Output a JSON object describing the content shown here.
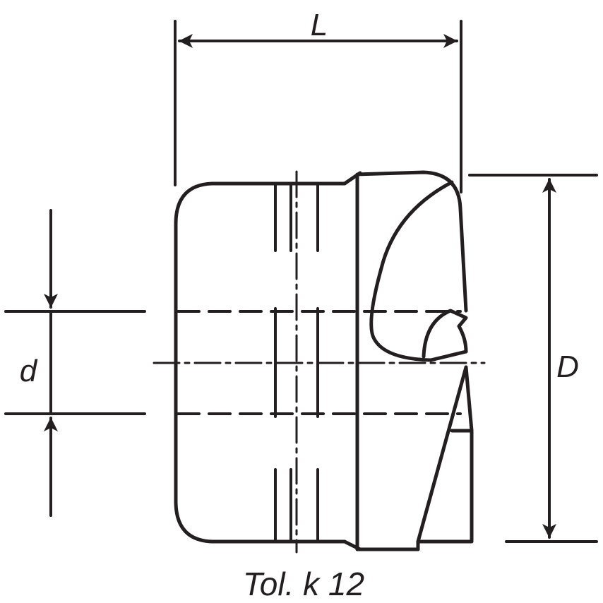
{
  "diagram": {
    "label_length": "L",
    "label_outer_diameter": "D",
    "label_inner_diameter": "d",
    "tolerance_note": "Tol. k 12",
    "line_color": "#231f20"
  }
}
